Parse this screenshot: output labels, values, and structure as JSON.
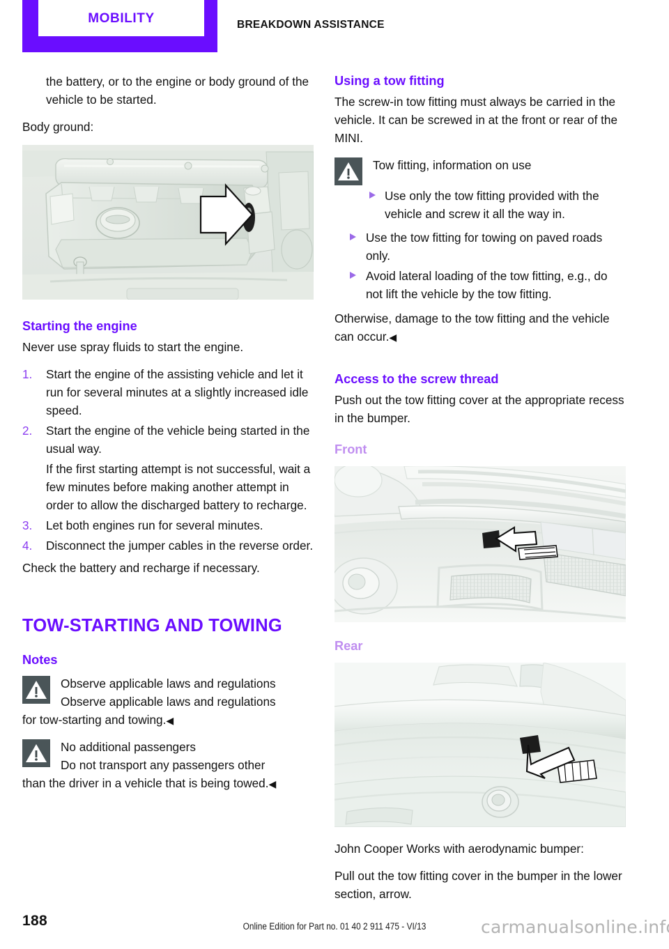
{
  "colors": {
    "brand_purple": "#6a0dff",
    "light_purple": "#c08ef0",
    "marker_purple": "#8b3cf0",
    "warn_icon_bg": "#4a5558",
    "watermark_gray": "#b3b3b3"
  },
  "header": {
    "chapter": "MOBILITY",
    "section": "BREAKDOWN ASSISTANCE"
  },
  "left_column": {
    "continuation_text": "the battery, or to the engine or body ground of the vehicle to be started.",
    "body_ground_label": "Body ground:",
    "figure_body_ground": "engine-bay-body-ground-illustration",
    "starting_engine": {
      "heading": "Starting the engine",
      "intro": "Never use spray fluids to start the engine.",
      "steps": [
        {
          "num": "1.",
          "text": "Start the engine of the assisting vehicle and let it run for several minutes at a slightly increased idle speed."
        },
        {
          "num": "2.",
          "text": "Start the engine of the vehicle being started in the usual way."
        }
      ],
      "step2_note": "If the first starting attempt is not successful, wait a few minutes before making another attempt in order to allow the discharged battery to recharge.",
      "steps_cont": [
        {
          "num": "3.",
          "text": "Let both engines run for several minutes."
        },
        {
          "num": "4.",
          "text": "Disconnect the jumper cables in the reverse order."
        }
      ],
      "closing": "Check the battery and recharge if necessary."
    },
    "tow_starting": {
      "heading": "TOW-STARTING AND TOWING",
      "notes_heading": "Notes",
      "notes": [
        {
          "title": "Observe applicable laws and regulations",
          "first_line": "Observe applicable laws and regulations",
          "continuation": "for tow-starting and towing.",
          "endmark": "◀"
        },
        {
          "title": "No additional passengers",
          "first_line": "Do not transport any passengers other",
          "continuation": "than the driver in a vehicle that is being towed.",
          "endmark": "◀"
        }
      ]
    }
  },
  "right_column": {
    "using_tow_fitting": {
      "heading": "Using a tow fitting",
      "intro": "The screw-in tow fitting must always be carried in the vehicle. It can be screwed in at the front or rear of the MINI.",
      "note_title": "Tow fitting, information on use",
      "bullets": [
        "Use only the tow fitting provided with the vehicle and screw it all the way in.",
        "Use the tow fitting for towing on paved roads only.",
        "Avoid lateral loading of the tow fitting, e.g., do not lift the vehicle by the tow fitting."
      ],
      "closing": "Otherwise, damage to the tow fitting and the vehicle can occur.",
      "endmark": "◀"
    },
    "access_screw_thread": {
      "heading": "Access to the screw thread",
      "intro": "Push out the tow fitting cover at the appropriate recess in the bumper.",
      "front_label": "Front",
      "figure_front": "front-bumper-tow-fitting-cover-illustration",
      "rear_label": "Rear",
      "figure_rear": "rear-bumper-tow-fitting-cover-illustration",
      "jcw_note": "John Cooper Works with aerodynamic bumper:",
      "jcw_text": "Pull out the tow fitting cover in the bumper in the lower section, arrow."
    }
  },
  "footer": {
    "page_number": "188",
    "edition": "Online Edition for Part no. 01 40 2 911 475 - VI/13",
    "watermark": "carmanualsonline.info"
  }
}
